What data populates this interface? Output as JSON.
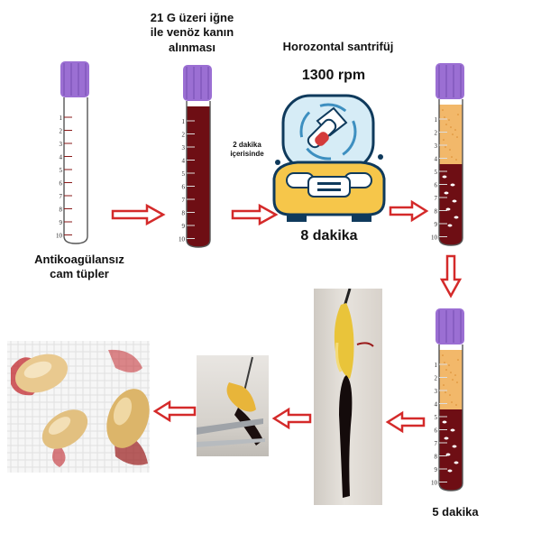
{
  "labels": {
    "tube_label": "Antikoagülansız\ncam tüpler",
    "draw_label": "21 G üzeri iğne\nile venöz kanın\nalınması",
    "within_label": "2 dakika\niçerisinde",
    "centrifuge_title": "Horozontal santrifüj",
    "rpm_label": "1300 rpm",
    "time8_label": "8 dakika",
    "time5_label": "5 dakika"
  },
  "tube_scale": [
    "1",
    "2",
    "3",
    "4",
    "5",
    "6",
    "7",
    "8",
    "9",
    "10"
  ],
  "colors": {
    "cap": "#9b6fd3",
    "blood": "#6e0e14",
    "plasma": "#f2b86a",
    "arrow": "#d42a2a",
    "machine_body": "#f6c64a",
    "machine_outline": "#0f3a5c",
    "lid": "#d6ecf6"
  },
  "icons": [
    "tube-icon",
    "centrifuge-icon",
    "arrow-right-icon",
    "arrow-down-icon",
    "arrow-left-icon"
  ]
}
